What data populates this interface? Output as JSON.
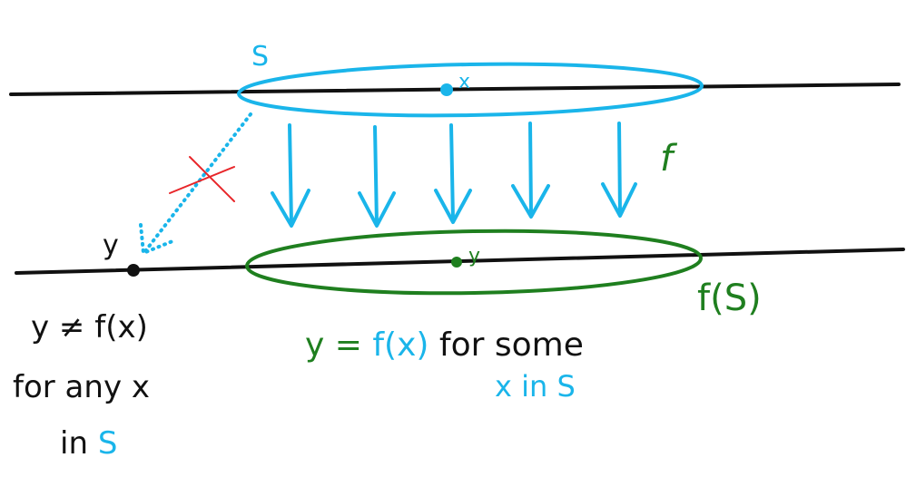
{
  "colors": {
    "ink": "#111111",
    "cyan": "#1ab5ea",
    "green": "#1f7f1f",
    "red": "#e8262a"
  },
  "labels": {
    "set_s": "S",
    "point_x": "x",
    "map_f": "f",
    "point_y_image": "y",
    "image_fs": "f(S)",
    "point_y_outside": "y"
  },
  "caption_left": {
    "line1": "y ≠ f(x)",
    "line2": "for any x",
    "line3_prefix": "in ",
    "line3_s": "S"
  },
  "caption_center": {
    "y": "y",
    "eq": " = ",
    "fx": "f(x)",
    "for_some": " for some",
    "x_in_s": "x in S"
  }
}
